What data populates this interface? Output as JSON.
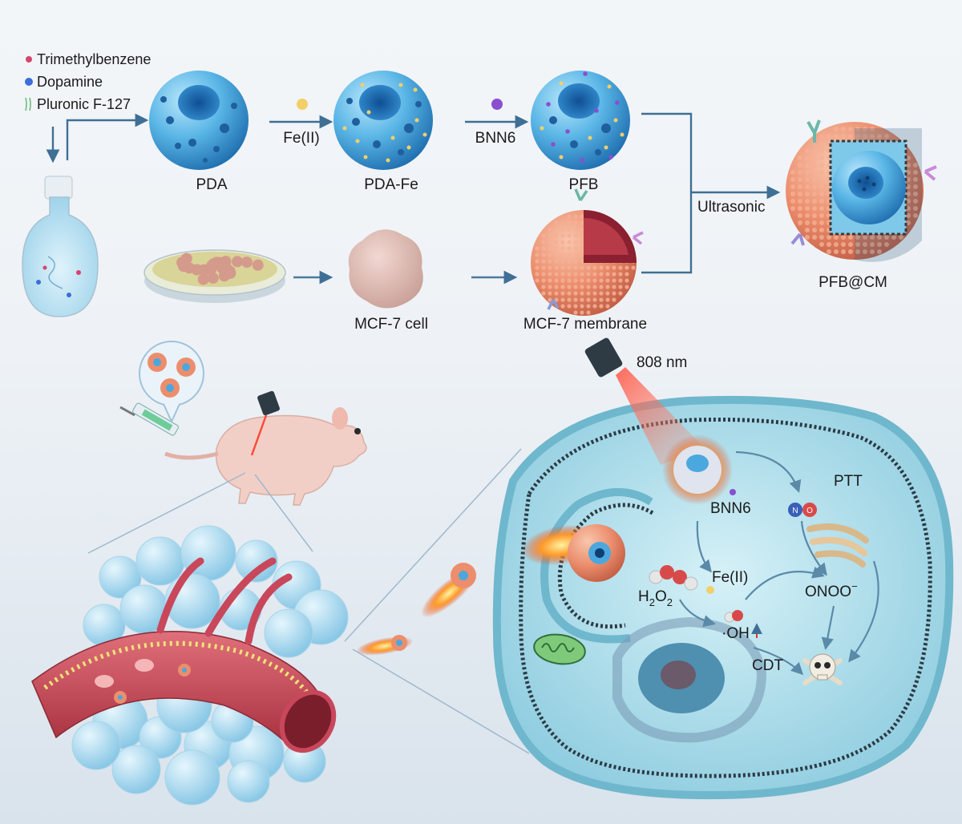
{
  "legend": {
    "items": [
      {
        "label": "Trimethylbenzene",
        "color": "#d8436a"
      },
      {
        "label": "Dopamine",
        "color": "#3a6fd8"
      },
      {
        "label": "Pluronic F-127",
        "color": "#7cc08a"
      }
    ]
  },
  "synthesis": {
    "pda": "PDA",
    "pda_fe": "PDA-Fe",
    "pfb": "PFB",
    "reagent_fe": "Fe(II)",
    "reagent_bnn6": "BNN6",
    "ultrasonic": "Ultrasonic",
    "product": "PFB@CM",
    "cell": "MCF-7 cell",
    "membrane": "MCF-7 membrane"
  },
  "therapy": {
    "laser": "808 nm",
    "bnn6": "BNN6",
    "ptt": "PTT",
    "fe": "Fe(II)",
    "h2o2_base": "H",
    "h2o2_sub1": "2",
    "h2o2_o": "O",
    "h2o2_sub2": "2",
    "oh": "·OH",
    "onoo": "ONOO",
    "onoo_sup": "−",
    "cdt": "CDT"
  },
  "colors": {
    "pda_blue": "#4aa8de",
    "membrane_orange": "#e88a6a",
    "cell_cyan": "#8fd0e0",
    "vessel_red": "#c8475a",
    "arrow": "#3f6f94"
  }
}
